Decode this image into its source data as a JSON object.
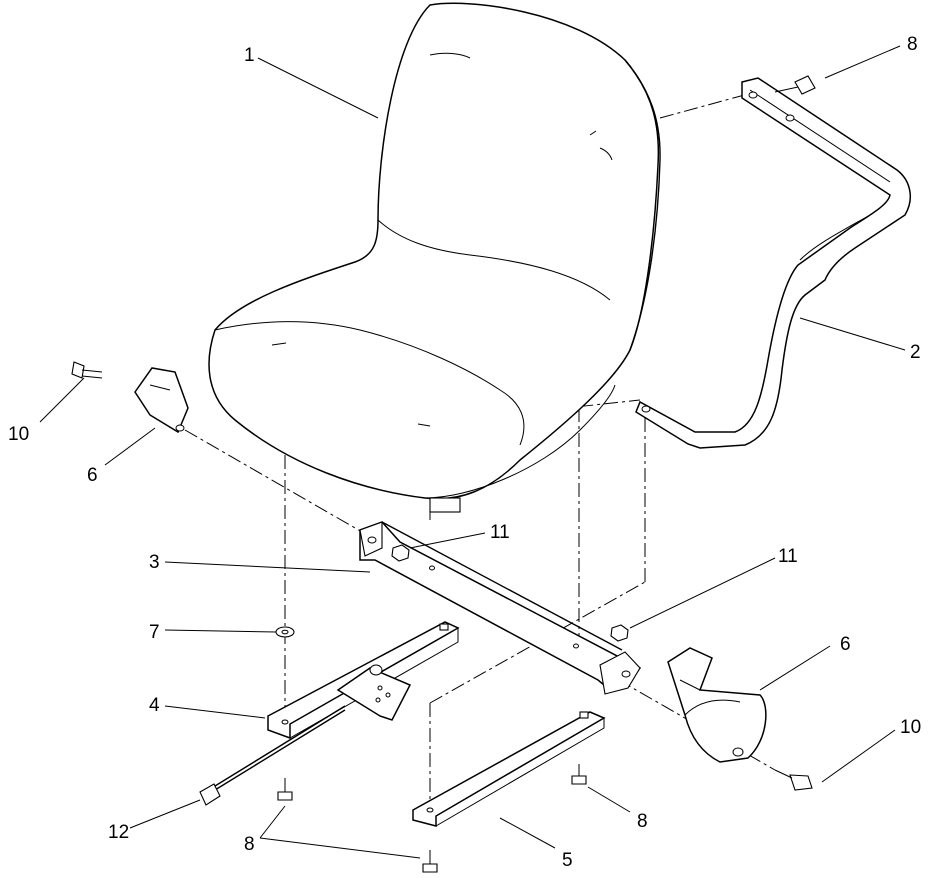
{
  "diagram_type": "exploded-parts-view",
  "callouts": [
    {
      "id": "c1",
      "text": "1"
    },
    {
      "id": "c2",
      "text": "2"
    },
    {
      "id": "c3",
      "text": "3"
    },
    {
      "id": "c4",
      "text": "4"
    },
    {
      "id": "c5",
      "text": "5"
    },
    {
      "id": "c6a",
      "text": "6"
    },
    {
      "id": "c6b",
      "text": "6"
    },
    {
      "id": "c7",
      "text": "7"
    },
    {
      "id": "c8a",
      "text": "8"
    },
    {
      "id": "c8b",
      "text": "8"
    },
    {
      "id": "c8c",
      "text": "8"
    },
    {
      "id": "c10a",
      "text": "10"
    },
    {
      "id": "c10b",
      "text": "10"
    },
    {
      "id": "c11a",
      "text": "11"
    },
    {
      "id": "c11b",
      "text": "11"
    },
    {
      "id": "c12",
      "text": "12"
    }
  ]
}
